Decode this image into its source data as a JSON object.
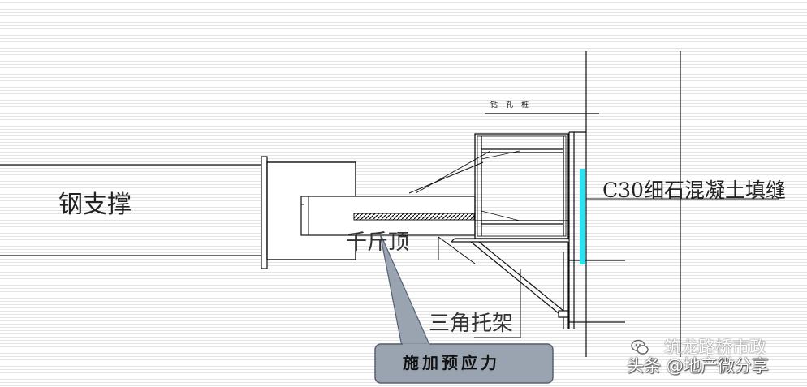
{
  "labels": {
    "steel_strut": "钢支撑",
    "c30_fill": "C30细石混凝土填缝",
    "jack": "千斤顶",
    "bracket": "三角托架",
    "drilled_pile": "钻孔桩",
    "prestress_callout": "施加预应力"
  },
  "watermark": {
    "line1": "筑龙路桥市政",
    "line2": "头条 @地产微分享",
    "icon": "wechat-icon"
  },
  "colors": {
    "line": "#111111",
    "callout_fill": "#9aa4b1",
    "callout_stroke": "#556070",
    "fill_strip": "#2ee0ee"
  }
}
